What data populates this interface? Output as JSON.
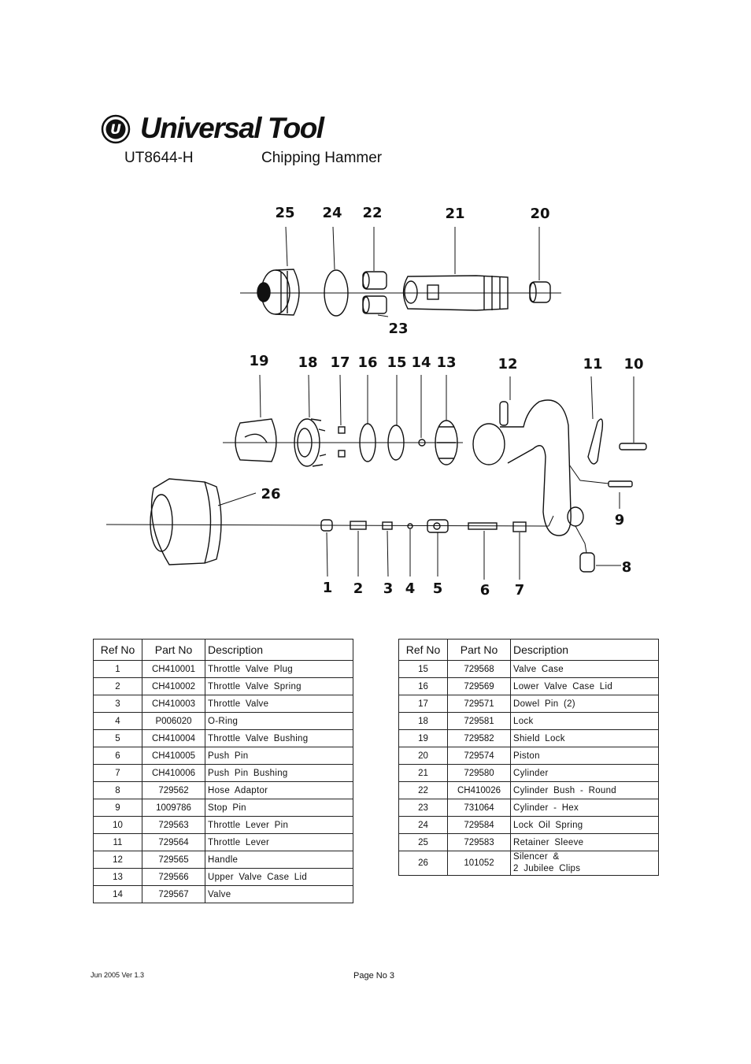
{
  "header": {
    "brand": "Universal Tool",
    "logo_letter": "U",
    "model": "UT8644-H",
    "product": "Chipping Hammer"
  },
  "diagram": {
    "callouts": [
      "1",
      "2",
      "3",
      "4",
      "5",
      "6",
      "7",
      "8",
      "9",
      "10",
      "11",
      "12",
      "13",
      "14",
      "15",
      "16",
      "17",
      "18",
      "19",
      "20",
      "21",
      "22",
      "23",
      "24",
      "25",
      "26"
    ]
  },
  "table": {
    "columns": [
      "Ref No",
      "Part No",
      "Description"
    ],
    "left_rows": [
      {
        "ref": "1",
        "part": "CH410001",
        "desc": "Throttle Valve Plug"
      },
      {
        "ref": "2",
        "part": "CH410002",
        "desc": "Throttle Valve Spring"
      },
      {
        "ref": "3",
        "part": "CH410003",
        "desc": "Throttle Valve"
      },
      {
        "ref": "4",
        "part": "P006020",
        "desc": "O-Ring"
      },
      {
        "ref": "5",
        "part": "CH410004",
        "desc": "Throttle Valve Bushing"
      },
      {
        "ref": "6",
        "part": "CH410005",
        "desc": "Push Pin"
      },
      {
        "ref": "7",
        "part": "CH410006",
        "desc": "Push Pin Bushing"
      },
      {
        "ref": "8",
        "part": "729562",
        "desc": "Hose Adaptor"
      },
      {
        "ref": "9",
        "part": "1009786",
        "desc": "Stop Pin"
      },
      {
        "ref": "10",
        "part": "729563",
        "desc": "Throttle Lever Pin"
      },
      {
        "ref": "11",
        "part": "729564",
        "desc": "Throttle Lever"
      },
      {
        "ref": "12",
        "part": "729565",
        "desc": "Handle"
      },
      {
        "ref": "13",
        "part": "729566",
        "desc": "Upper Valve Case Lid"
      },
      {
        "ref": "14",
        "part": "729567",
        "desc": "Valve"
      }
    ],
    "right_rows": [
      {
        "ref": "15",
        "part": "729568",
        "desc": "Valve Case"
      },
      {
        "ref": "16",
        "part": "729569",
        "desc": "Lower Valve Case Lid"
      },
      {
        "ref": "17",
        "part": "729571",
        "desc": "Dowel Pin (2)"
      },
      {
        "ref": "18",
        "part": "729581",
        "desc": "Lock"
      },
      {
        "ref": "19",
        "part": "729582",
        "desc": "Shield Lock"
      },
      {
        "ref": "20",
        "part": "729574",
        "desc": "Piston"
      },
      {
        "ref": "21",
        "part": "729580",
        "desc": "Cylinder"
      },
      {
        "ref": "22",
        "part": "CH410026",
        "desc": "Cylinder Bush - Round"
      },
      {
        "ref": "23",
        "part": "731064",
        "desc": "Cylinder - Hex"
      },
      {
        "ref": "24",
        "part": "729584",
        "desc": "Lock Oil Spring"
      },
      {
        "ref": "25",
        "part": "729583",
        "desc": "Retainer Sleeve"
      },
      {
        "ref": "26",
        "part": "101052",
        "desc": "Silencer &\n2 Jubilee Clips"
      }
    ]
  },
  "footer": {
    "version": "Jun 2005 Ver 1.3",
    "page": "Page No 3"
  }
}
